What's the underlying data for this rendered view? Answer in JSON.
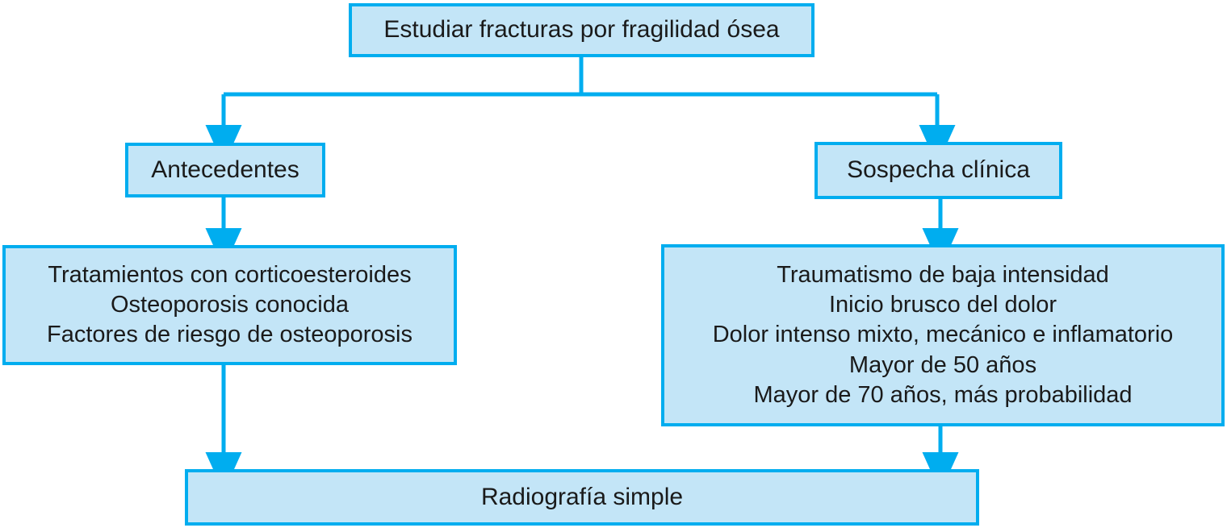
{
  "diagram": {
    "title": "Estudiar fracturas por fragilidad ósea",
    "type": "flowchart",
    "colors": {
      "box_fill": "#c3e5f7",
      "box_border": "#00adef",
      "connector": "#00adef",
      "text": "#1a1a1a",
      "background": "#ffffff"
    },
    "nodes": {
      "root": {
        "label": "Estudiar fracturas por fragilidad ósea"
      },
      "history": {
        "label": "Antecedentes"
      },
      "clinical": {
        "label": "Sospecha clínica"
      },
      "history_details": {
        "label": "Tratamientos con corticoesteroides\nOsteoporosis conocida\nFactores de riesgo de osteoporosis",
        "lines": [
          "Tratamientos con corticoesteroides",
          "Osteoporosis conocida",
          "Factores de riesgo de osteoporosis"
        ]
      },
      "clinical_details": {
        "label": "Traumatismo de baja intensidad\nInicio brusco del dolor\nDolor intenso mixto, mecánico e inflamatorio\nMayor de 50 años\nMayor de 70 años, más probabilidad",
        "lines": [
          "Traumatismo de baja intensidad",
          "Inicio brusco del dolor",
          "Dolor intenso mixto, mecánico e inflamatorio",
          "Mayor de 50 años",
          "Mayor de 70 años, más probabilidad"
        ]
      },
      "xray": {
        "label": "Radiografía simple"
      }
    },
    "edges": [
      {
        "from": "root",
        "to": "history"
      },
      {
        "from": "root",
        "to": "clinical"
      },
      {
        "from": "history",
        "to": "history_details"
      },
      {
        "from": "clinical",
        "to": "clinical_details"
      },
      {
        "from": "history_details",
        "to": "xray"
      },
      {
        "from": "clinical_details",
        "to": "xray"
      }
    ]
  }
}
